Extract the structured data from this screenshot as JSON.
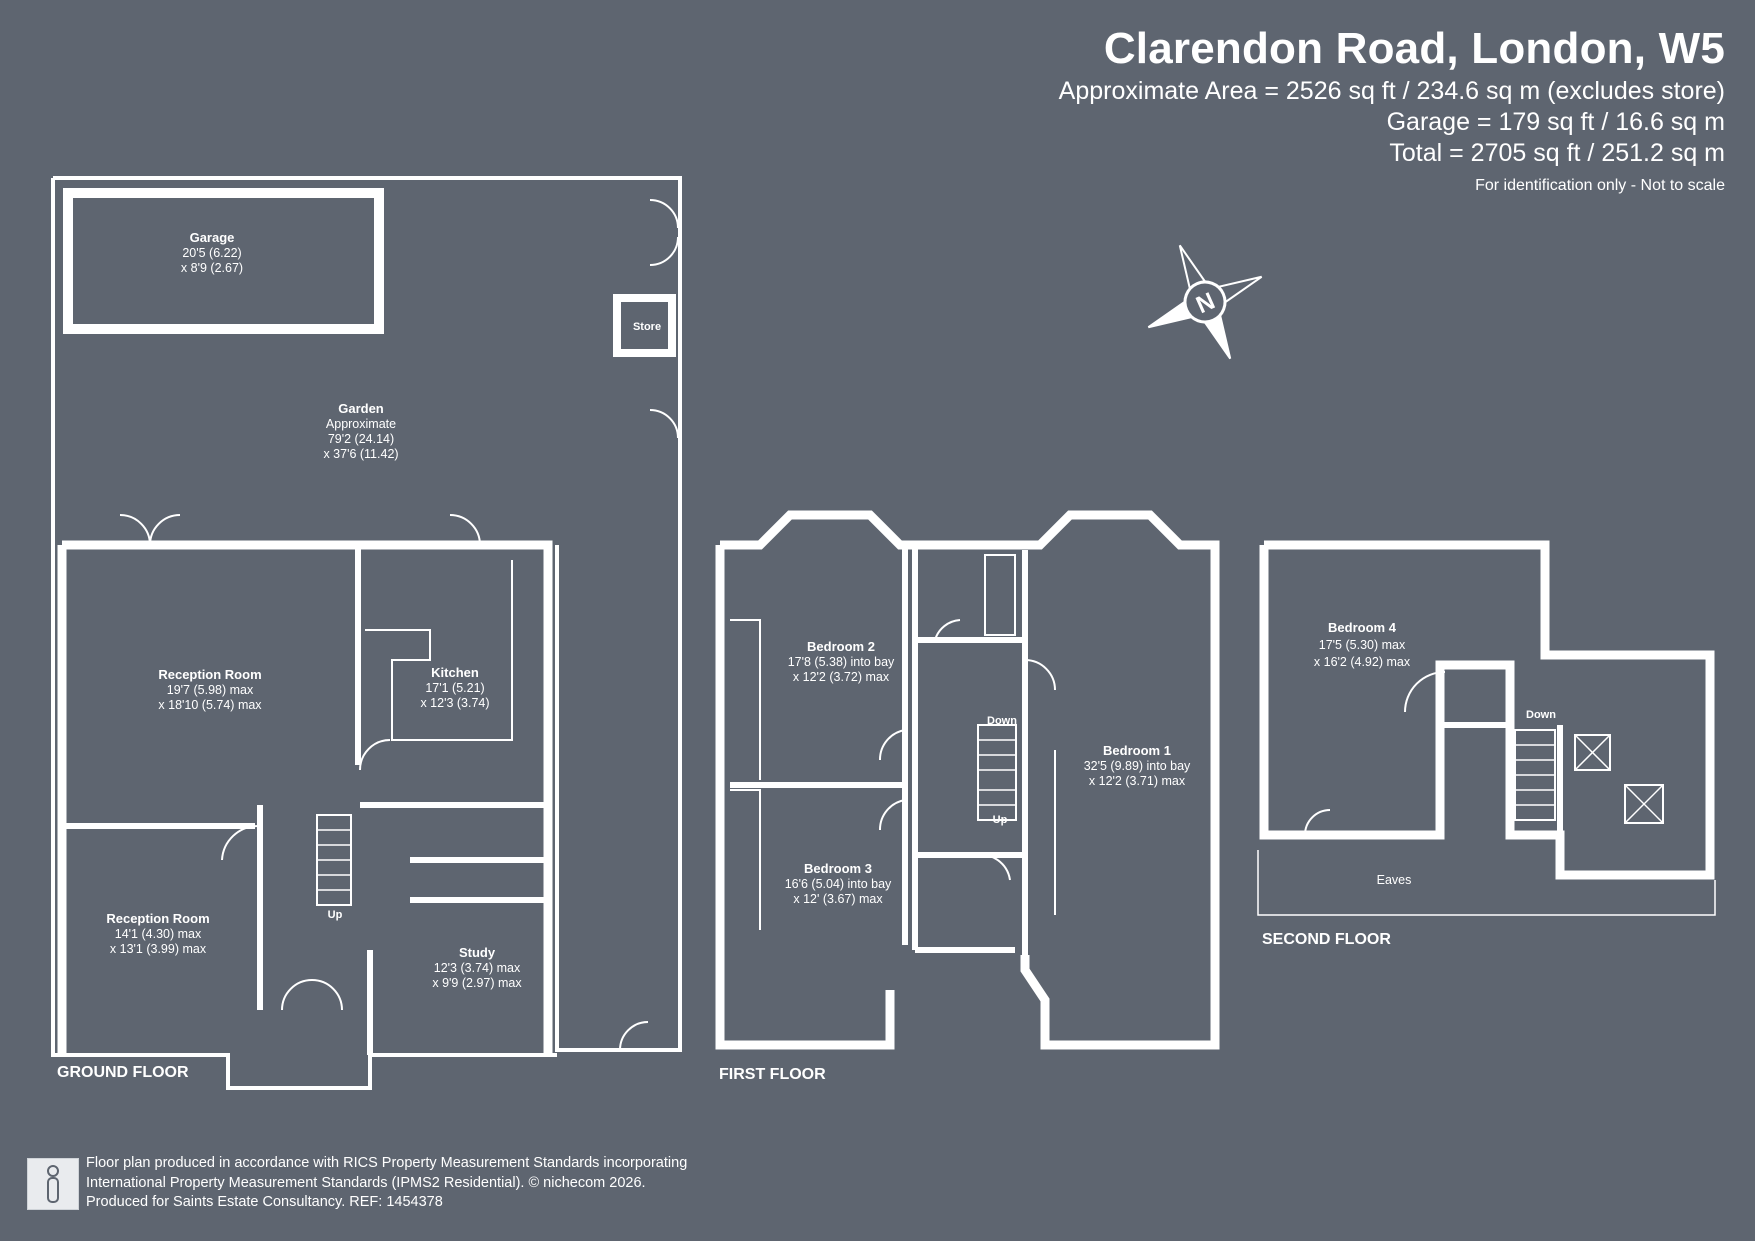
{
  "header": {
    "title": "Clarendon Road, London, W5",
    "approx_area": "Approximate Area = 2526 sq ft / 234.6 sq m (excludes store)",
    "garage_area": "Garage = 179 sq ft / 16.6 sq m",
    "total_area": "Total = 2705 sq ft / 251.2 sq m",
    "disclaimer": "For identification only - Not to scale"
  },
  "floors": {
    "ground": "GROUND FLOOR",
    "first": "FIRST FLOOR",
    "second": "SECOND FLOOR"
  },
  "rooms": {
    "garage": {
      "name": "Garage",
      "dim1": "20'5 (6.22)",
      "dim2": "x 8'9 (2.67)"
    },
    "store": {
      "name": "Store"
    },
    "garden": {
      "name": "Garden",
      "dim0": "Approximate",
      "dim1": "79'2 (24.14)",
      "dim2": "x 37'6 (11.42)"
    },
    "reception1": {
      "name": "Reception Room",
      "dim1": "19'7 (5.98) max",
      "dim2": "x 18'10 (5.74) max"
    },
    "kitchen": {
      "name": "Kitchen",
      "dim1": "17'1 (5.21)",
      "dim2": "x 12'3 (3.74)"
    },
    "reception2": {
      "name": "Reception Room",
      "dim1": "14'1 (4.30) max",
      "dim2": "x 13'1 (3.99) max"
    },
    "study": {
      "name": "Study",
      "dim1": "12'3 (3.74) max",
      "dim2": "x 9'9 (2.97) max"
    },
    "bedroom2": {
      "name": "Bedroom 2",
      "dim1": "17'8 (5.38) into bay",
      "dim2": "x 12'2 (3.72) max"
    },
    "bedroom3": {
      "name": "Bedroom 3",
      "dim1": "16'6 (5.04) into bay",
      "dim2": "x 12' (3.67) max"
    },
    "bedroom1": {
      "name": "Bedroom 1",
      "dim1": "32'5 (9.89) into bay",
      "dim2": "x 12'2 (3.71) max"
    },
    "bedroom4": {
      "name": "Bedroom 4",
      "dim1": "17'5 (5.30) max",
      "dim2": "x 16'2 (4.92) max"
    },
    "eaves": {
      "name": "Eaves"
    }
  },
  "stairs": {
    "up": "Up",
    "down": "Down"
  },
  "compass": {
    "letter": "N"
  },
  "footer": {
    "line1": "Floor plan produced in accordance with RICS Property Measurement Standards incorporating",
    "line2": "International Property Measurement Standards (IPMS2 Residential).   © nichecom 2026.",
    "line3": "Produced for Saints Estate Consultancy.   REF: 1454378"
  },
  "colors": {
    "background": "#5e6570",
    "walls": "#ffffff",
    "text": "#ffffff"
  }
}
